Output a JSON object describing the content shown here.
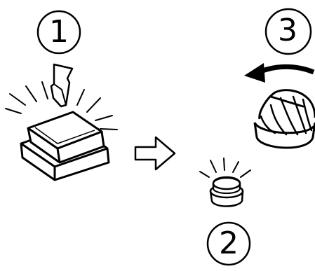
{
  "steps": {
    "step1": {
      "number": "1",
      "label": "press-button"
    },
    "step2": {
      "number": "2",
      "label": "indicator-light"
    },
    "step3": {
      "number": "3",
      "label": "turn-knob-counterclockwise"
    }
  },
  "icons": {
    "push_button": "push-button-icon",
    "press_hand": "finger-press-icon",
    "arrow": "right-arrow-icon",
    "light": "indicator-lamp-icon",
    "knob": "rotary-knob-icon",
    "rotate_arrow": "counterclockwise-arrow-icon"
  },
  "colors": {
    "stroke": "#000000",
    "fill": "#ffffff"
  }
}
